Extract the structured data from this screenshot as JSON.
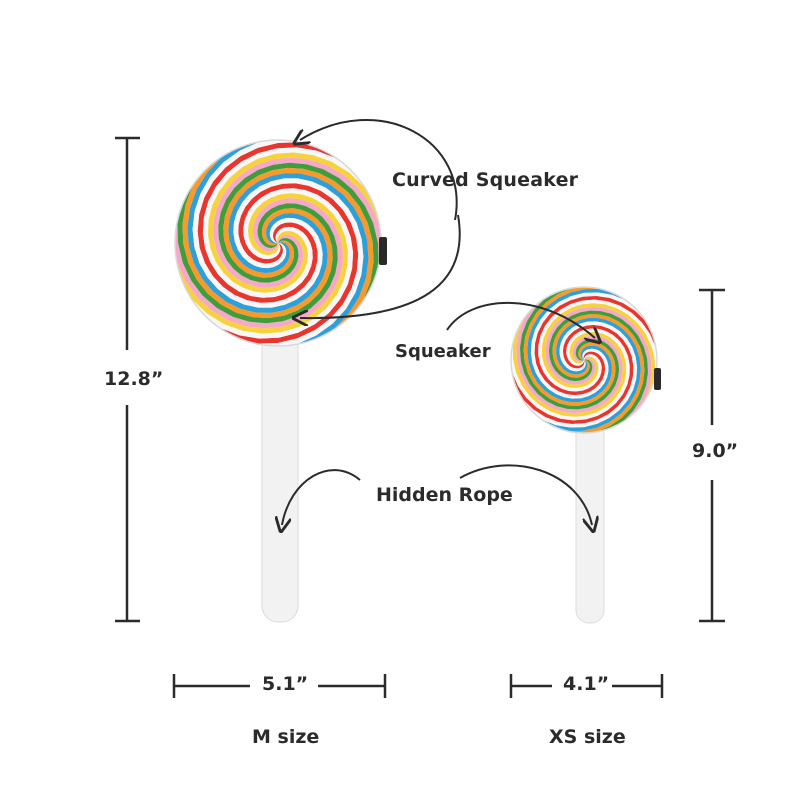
{
  "callouts": {
    "curved_squeaker": "Curved Squeaker",
    "squeaker": "Squeaker",
    "hidden_rope": "Hidden Rope"
  },
  "dimensions": {
    "m_height": "12.8”",
    "xs_height": "9.0”",
    "m_width": "5.1”",
    "xs_width": "4.1”"
  },
  "sizes": {
    "m": "M size",
    "xs": "XS size"
  },
  "colors": {
    "swirl": [
      "#e8352e",
      "#f7f7f7",
      "#f6d33c",
      "#f7a8c8",
      "#3f9d3d",
      "#f79a2a",
      "#2f9fd9",
      "#f7f7f7"
    ],
    "stick": "#f2f2f2",
    "line": "#2b2b2b"
  },
  "icons": {
    "arrow": "curved-arrow-icon",
    "tag": "label-tag-icon"
  }
}
